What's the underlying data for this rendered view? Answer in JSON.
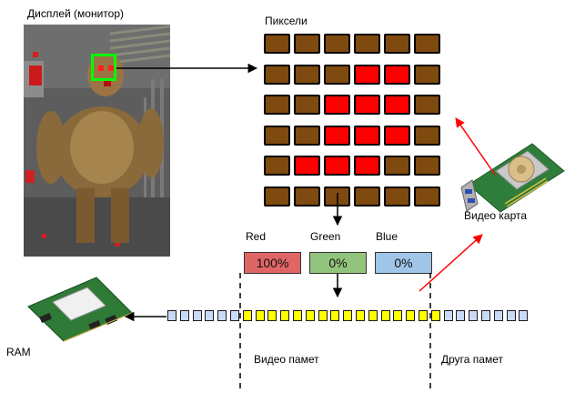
{
  "labels": {
    "display": "Дисплей (монитор)",
    "pixels": "Пиксели",
    "video_card": "Видео карта",
    "ram": "RAM",
    "video_memory": "Видео памет",
    "other_memory": "Друга памет"
  },
  "channels": [
    {
      "name": "Red",
      "value": "100%",
      "color": "#e06666"
    },
    {
      "name": "Green",
      "value": "0%",
      "color": "#93c47d"
    },
    {
      "name": "Blue",
      "value": "0%",
      "color": "#9fc5e8"
    }
  ],
  "colors": {
    "pixel_brown": "#7f4a0f",
    "pixel_red": "#ff0000",
    "memory_blue": "#c9daf8",
    "memory_yellow": "#ffff00",
    "highlight_green": "#00ff00",
    "arrow_red": "#ff0000"
  },
  "pixel_grid": [
    [
      0,
      0,
      0,
      0,
      0,
      0
    ],
    [
      0,
      0,
      0,
      1,
      1,
      0
    ],
    [
      0,
      0,
      1,
      1,
      1,
      0
    ],
    [
      0,
      0,
      1,
      1,
      1,
      0
    ],
    [
      0,
      1,
      1,
      1,
      0,
      0
    ],
    [
      0,
      0,
      0,
      0,
      0,
      0
    ]
  ],
  "memory_strip": {
    "left_blue_count": 6,
    "yellow_count": 16,
    "right_blue_count": 7
  }
}
